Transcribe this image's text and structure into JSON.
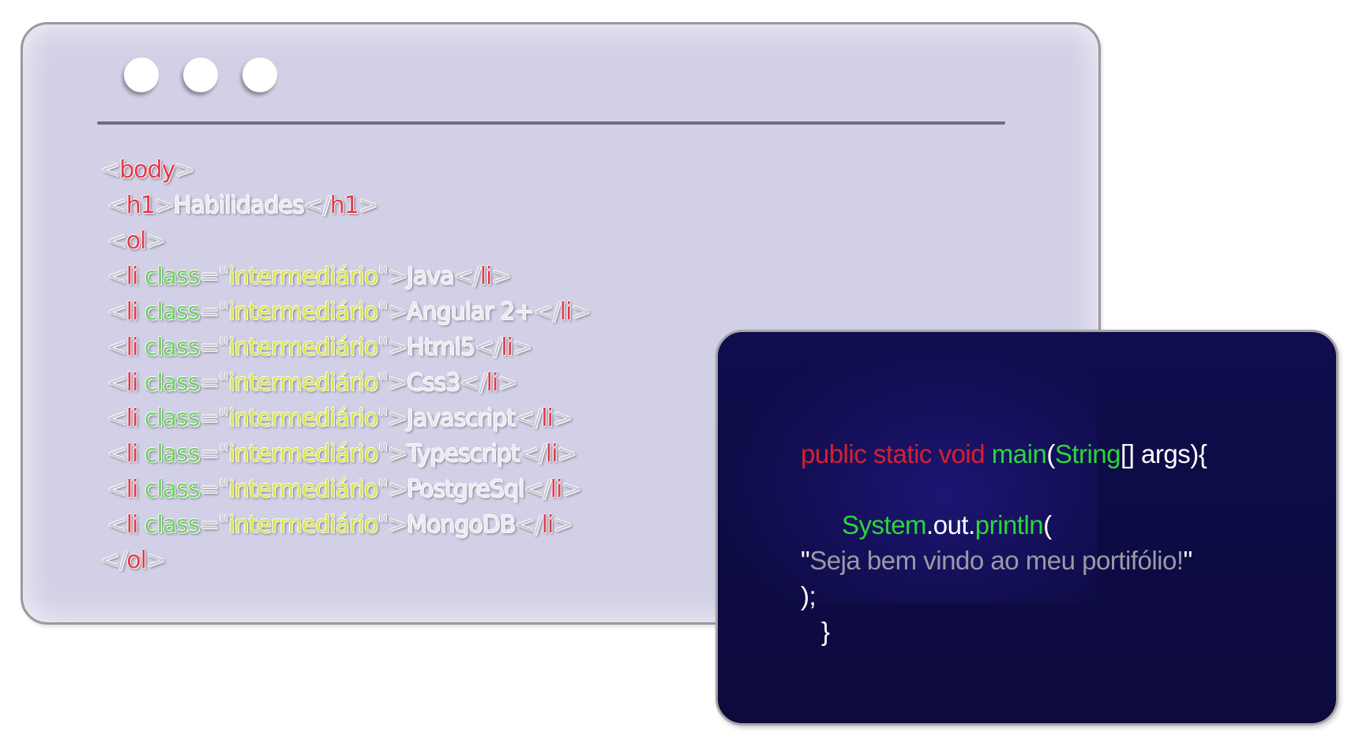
{
  "html_window": {
    "lines": [
      {
        "indent": "",
        "parts": [
          [
            "punct",
            "<"
          ],
          [
            "tag",
            "body"
          ],
          [
            "punct",
            ">"
          ]
        ]
      },
      {
        "indent": " ",
        "parts": [
          [
            "punct",
            "<"
          ],
          [
            "tag",
            "h1"
          ],
          [
            "punct",
            ">"
          ],
          [
            "txt",
            "Habilidades"
          ],
          [
            "punct",
            "</"
          ],
          [
            "tag",
            "h1"
          ],
          [
            "punct",
            ">"
          ]
        ]
      },
      {
        "indent": " ",
        "parts": [
          [
            "punct",
            "<"
          ],
          [
            "tag",
            "ol"
          ],
          [
            "punct",
            ">"
          ]
        ]
      },
      {
        "indent": " ",
        "parts": [
          [
            "punct",
            "<"
          ],
          [
            "tag",
            "li"
          ],
          [
            "txt",
            " "
          ],
          [
            "attr",
            "class"
          ],
          [
            "punct",
            "=\""
          ],
          [
            "val",
            "intermediário"
          ],
          [
            "punct",
            "\">"
          ],
          [
            "txt",
            "Java"
          ],
          [
            "punct",
            "</"
          ],
          [
            "tag",
            "li"
          ],
          [
            "punct",
            ">"
          ]
        ]
      },
      {
        "indent": " ",
        "parts": [
          [
            "punct",
            "<"
          ],
          [
            "tag",
            "li"
          ],
          [
            "txt",
            " "
          ],
          [
            "attr",
            "class"
          ],
          [
            "punct",
            "=\""
          ],
          [
            "val",
            "intermediário"
          ],
          [
            "punct",
            "\">"
          ],
          [
            "txt",
            "Angular 2+"
          ],
          [
            "punct",
            "</"
          ],
          [
            "tag",
            "li"
          ],
          [
            "punct",
            ">"
          ]
        ]
      },
      {
        "indent": " ",
        "parts": [
          [
            "punct",
            "<"
          ],
          [
            "tag",
            "li"
          ],
          [
            "txt",
            " "
          ],
          [
            "attr",
            "class"
          ],
          [
            "punct",
            "=\""
          ],
          [
            "val",
            "intermediário"
          ],
          [
            "punct",
            "\">"
          ],
          [
            "txt",
            "Html5"
          ],
          [
            "punct",
            "</"
          ],
          [
            "tag",
            "li"
          ],
          [
            "punct",
            ">"
          ]
        ]
      },
      {
        "indent": " ",
        "parts": [
          [
            "punct",
            "<"
          ],
          [
            "tag",
            "li"
          ],
          [
            "txt",
            " "
          ],
          [
            "attr",
            "class"
          ],
          [
            "punct",
            "=\""
          ],
          [
            "val",
            "intermediário"
          ],
          [
            "punct",
            "\">"
          ],
          [
            "txt",
            "Css3"
          ],
          [
            "punct",
            "</"
          ],
          [
            "tag",
            "li"
          ],
          [
            "punct",
            ">"
          ]
        ]
      },
      {
        "indent": " ",
        "parts": [
          [
            "punct",
            "<"
          ],
          [
            "tag",
            "li"
          ],
          [
            "txt",
            " "
          ],
          [
            "attr",
            "class"
          ],
          [
            "punct",
            "=\""
          ],
          [
            "val",
            "intermediário"
          ],
          [
            "punct",
            "\">"
          ],
          [
            "txt",
            "Javascript"
          ],
          [
            "punct",
            "</"
          ],
          [
            "tag",
            "li"
          ],
          [
            "punct",
            ">"
          ]
        ]
      },
      {
        "indent": " ",
        "parts": [
          [
            "punct",
            "<"
          ],
          [
            "tag",
            "li"
          ],
          [
            "txt",
            " "
          ],
          [
            "attr",
            "class"
          ],
          [
            "punct",
            "=\""
          ],
          [
            "val",
            "intermediário"
          ],
          [
            "punct",
            "\">"
          ],
          [
            "txt",
            "Typescript"
          ],
          [
            "punct",
            "</"
          ],
          [
            "tag",
            "li"
          ],
          [
            "punct",
            ">"
          ]
        ]
      },
      {
        "indent": " ",
        "parts": [
          [
            "punct",
            "<"
          ],
          [
            "tag",
            "li"
          ],
          [
            "txt",
            " "
          ],
          [
            "attr",
            "class"
          ],
          [
            "punct",
            "=\""
          ],
          [
            "val",
            "intermediário"
          ],
          [
            "punct",
            "\">"
          ],
          [
            "txt",
            "PostgreSql"
          ],
          [
            "punct",
            "</"
          ],
          [
            "tag",
            "li"
          ],
          [
            "punct",
            ">"
          ]
        ]
      },
      {
        "indent": " ",
        "parts": [
          [
            "punct",
            "<"
          ],
          [
            "tag",
            "li"
          ],
          [
            "txt",
            " "
          ],
          [
            "attr",
            "class"
          ],
          [
            "punct",
            "=\""
          ],
          [
            "val",
            "intermediário"
          ],
          [
            "punct",
            "\">"
          ],
          [
            "txt",
            "MongoDB"
          ],
          [
            "punct",
            "</"
          ],
          [
            "tag",
            "li"
          ],
          [
            "punct",
            ">"
          ]
        ]
      },
      {
        "indent": "",
        "parts": [
          [
            "punct",
            "</"
          ],
          [
            "tag",
            "ol"
          ],
          [
            "punct",
            ">"
          ]
        ]
      }
    ]
  },
  "java_window": {
    "lines": [
      {
        "indent": "",
        "parts": [
          [
            "kw",
            "public static void "
          ],
          [
            "fn",
            "main"
          ],
          [
            "wh",
            "("
          ],
          [
            "fn",
            "String"
          ],
          [
            "wh",
            "[] args){"
          ]
        ]
      },
      {
        "indent": "",
        "parts": []
      },
      {
        "indent": "      ",
        "parts": [
          [
            "fn",
            "System"
          ],
          [
            "wh",
            "."
          ],
          [
            "wh",
            "out"
          ],
          [
            "wh",
            "."
          ],
          [
            "fn",
            "println"
          ],
          [
            "wh",
            "("
          ]
        ]
      },
      {
        "indent": "",
        "parts": [
          [
            "wh",
            "\""
          ],
          [
            "str",
            "Seja bem vindo ao meu portifólio!"
          ],
          [
            "wh",
            "\""
          ]
        ]
      },
      {
        "indent": "",
        "parts": [
          [
            "wh",
            ");"
          ]
        ]
      },
      {
        "indent": "   ",
        "parts": [
          [
            "wh",
            "}"
          ]
        ]
      }
    ]
  },
  "colors": {
    "html_window_bg": "#d2d0e6",
    "java_window_bg": "#0f0d4c",
    "tag": "#e03a4d",
    "attr": "#6fcf63",
    "value": "#d7e34b",
    "keyword": "#d7202e",
    "function": "#2bd63a",
    "string": "#9a9aa6"
  }
}
